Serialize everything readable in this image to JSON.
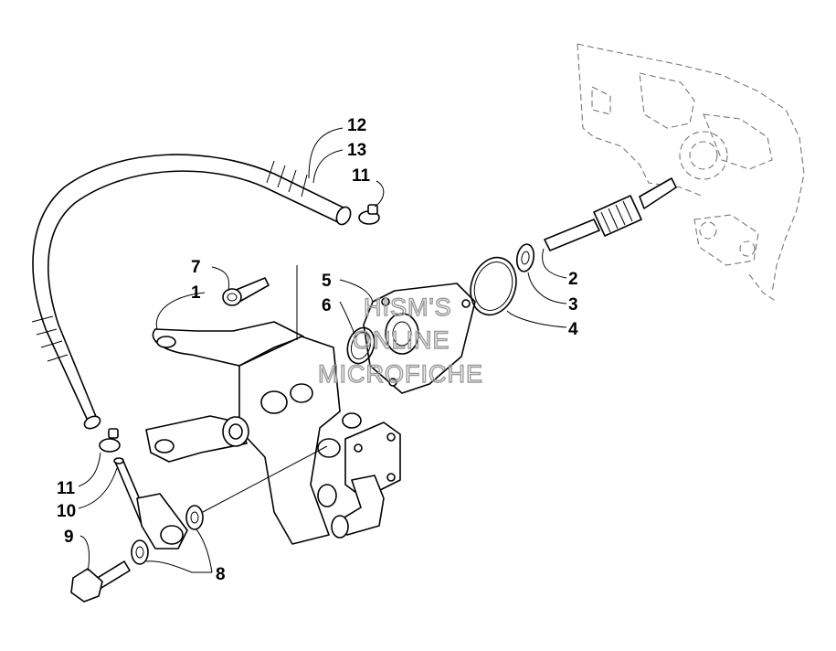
{
  "callouts": [
    {
      "id": "12",
      "label": "12"
    },
    {
      "id": "13",
      "label": "13"
    },
    {
      "id": "11-top",
      "label": "11"
    },
    {
      "id": "7",
      "label": "7"
    },
    {
      "id": "1",
      "label": "1"
    },
    {
      "id": "5",
      "label": "5"
    },
    {
      "id": "6",
      "label": "6"
    },
    {
      "id": "2",
      "label": "2"
    },
    {
      "id": "3",
      "label": "3"
    },
    {
      "id": "4",
      "label": "4"
    },
    {
      "id": "11-bottom",
      "label": "11"
    },
    {
      "id": "10",
      "label": "10"
    },
    {
      "id": "9",
      "label": "9"
    },
    {
      "id": "8",
      "label": "8"
    }
  ],
  "watermark": {
    "line1": "HISM'S",
    "line2": "ONLINE",
    "line3": "MICROFICHE"
  }
}
